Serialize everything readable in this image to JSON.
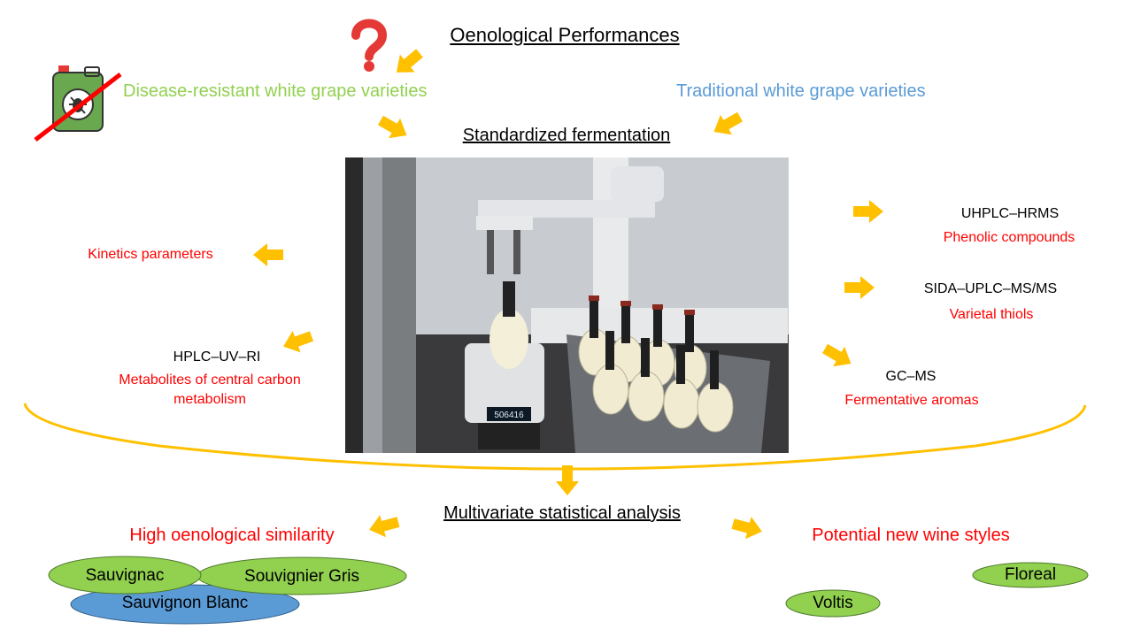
{
  "title": "Oenological Performances",
  "inputs": {
    "resistant": "Disease-resistant white grape varieties",
    "traditional": "Traditional white grape varieties"
  },
  "process": "Standardized fermentation",
  "analyses_left": {
    "kinetics": "Kinetics parameters",
    "hplc_method": "HPLC–UV–RI",
    "hplc_target_line1": "Metabolites of central carbon",
    "hplc_target_line2": "metabolism"
  },
  "analyses_right": {
    "uhplc_method": "UHPLC–HRMS",
    "uhplc_target": "Phenolic compounds",
    "sida_method": "SIDA–UPLC–MS/MS",
    "sida_target": "Varietal thiols",
    "gcms_method": "GC–MS",
    "gcms_target": "Fermentative aromas"
  },
  "stats": "Multivariate statistical analysis",
  "outcomes": {
    "similarity": "High oenological similarity",
    "new_styles": "Potential new wine styles"
  },
  "varieties": {
    "sauvignac": "Sauvignac",
    "souvignier": "Souvignier Gris",
    "sauvignon": "Sauvignon Blanc",
    "floreal": "Floreal",
    "voltis": "Voltis"
  },
  "instrument_display": "506416",
  "colors": {
    "arrow": "#ffc000",
    "red_text": "#ff0000",
    "green_text": "#92d050",
    "blue_text": "#5b9bd5",
    "ellipse_green": "#92d050",
    "ellipse_blue": "#5b9bd5"
  }
}
